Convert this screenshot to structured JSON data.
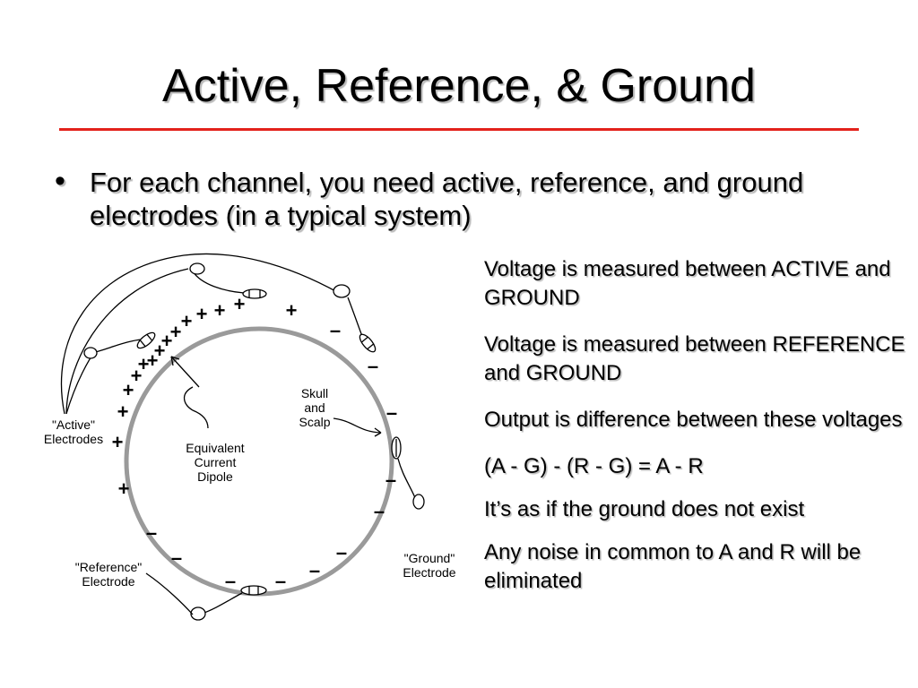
{
  "slide": {
    "title": "Active, Reference, & Ground",
    "bullet_symbol": "•",
    "bullet": "For each channel, you need active, reference, and ground electrodes (in a typical system)",
    "notes": [
      "Voltage is measured between ACTIVE and GROUND",
      "Voltage is measured between REFERENCE and GROUND",
      "Output is difference between these voltages",
      "(A - G) - (R - G) = A - R",
      "It’s as if the ground does not exist",
      "Any noise in common to A and R will be eliminated"
    ]
  },
  "diagram": {
    "labels": {
      "active": [
        "\"Active\"",
        "Electrodes"
      ],
      "dipole": [
        "Equivalent",
        "Current",
        "Dipole"
      ],
      "skull": [
        "Skull",
        "and",
        "Scalp"
      ],
      "reference": [
        "\"Reference\"",
        "Electrode"
      ],
      "ground": [
        "\"Ground\"",
        "Electrode"
      ]
    },
    "plus_sign": "+",
    "minus_sign": "–",
    "colors": {
      "head_circle": "#9a9a9a",
      "rule": "#e3221b"
    }
  }
}
